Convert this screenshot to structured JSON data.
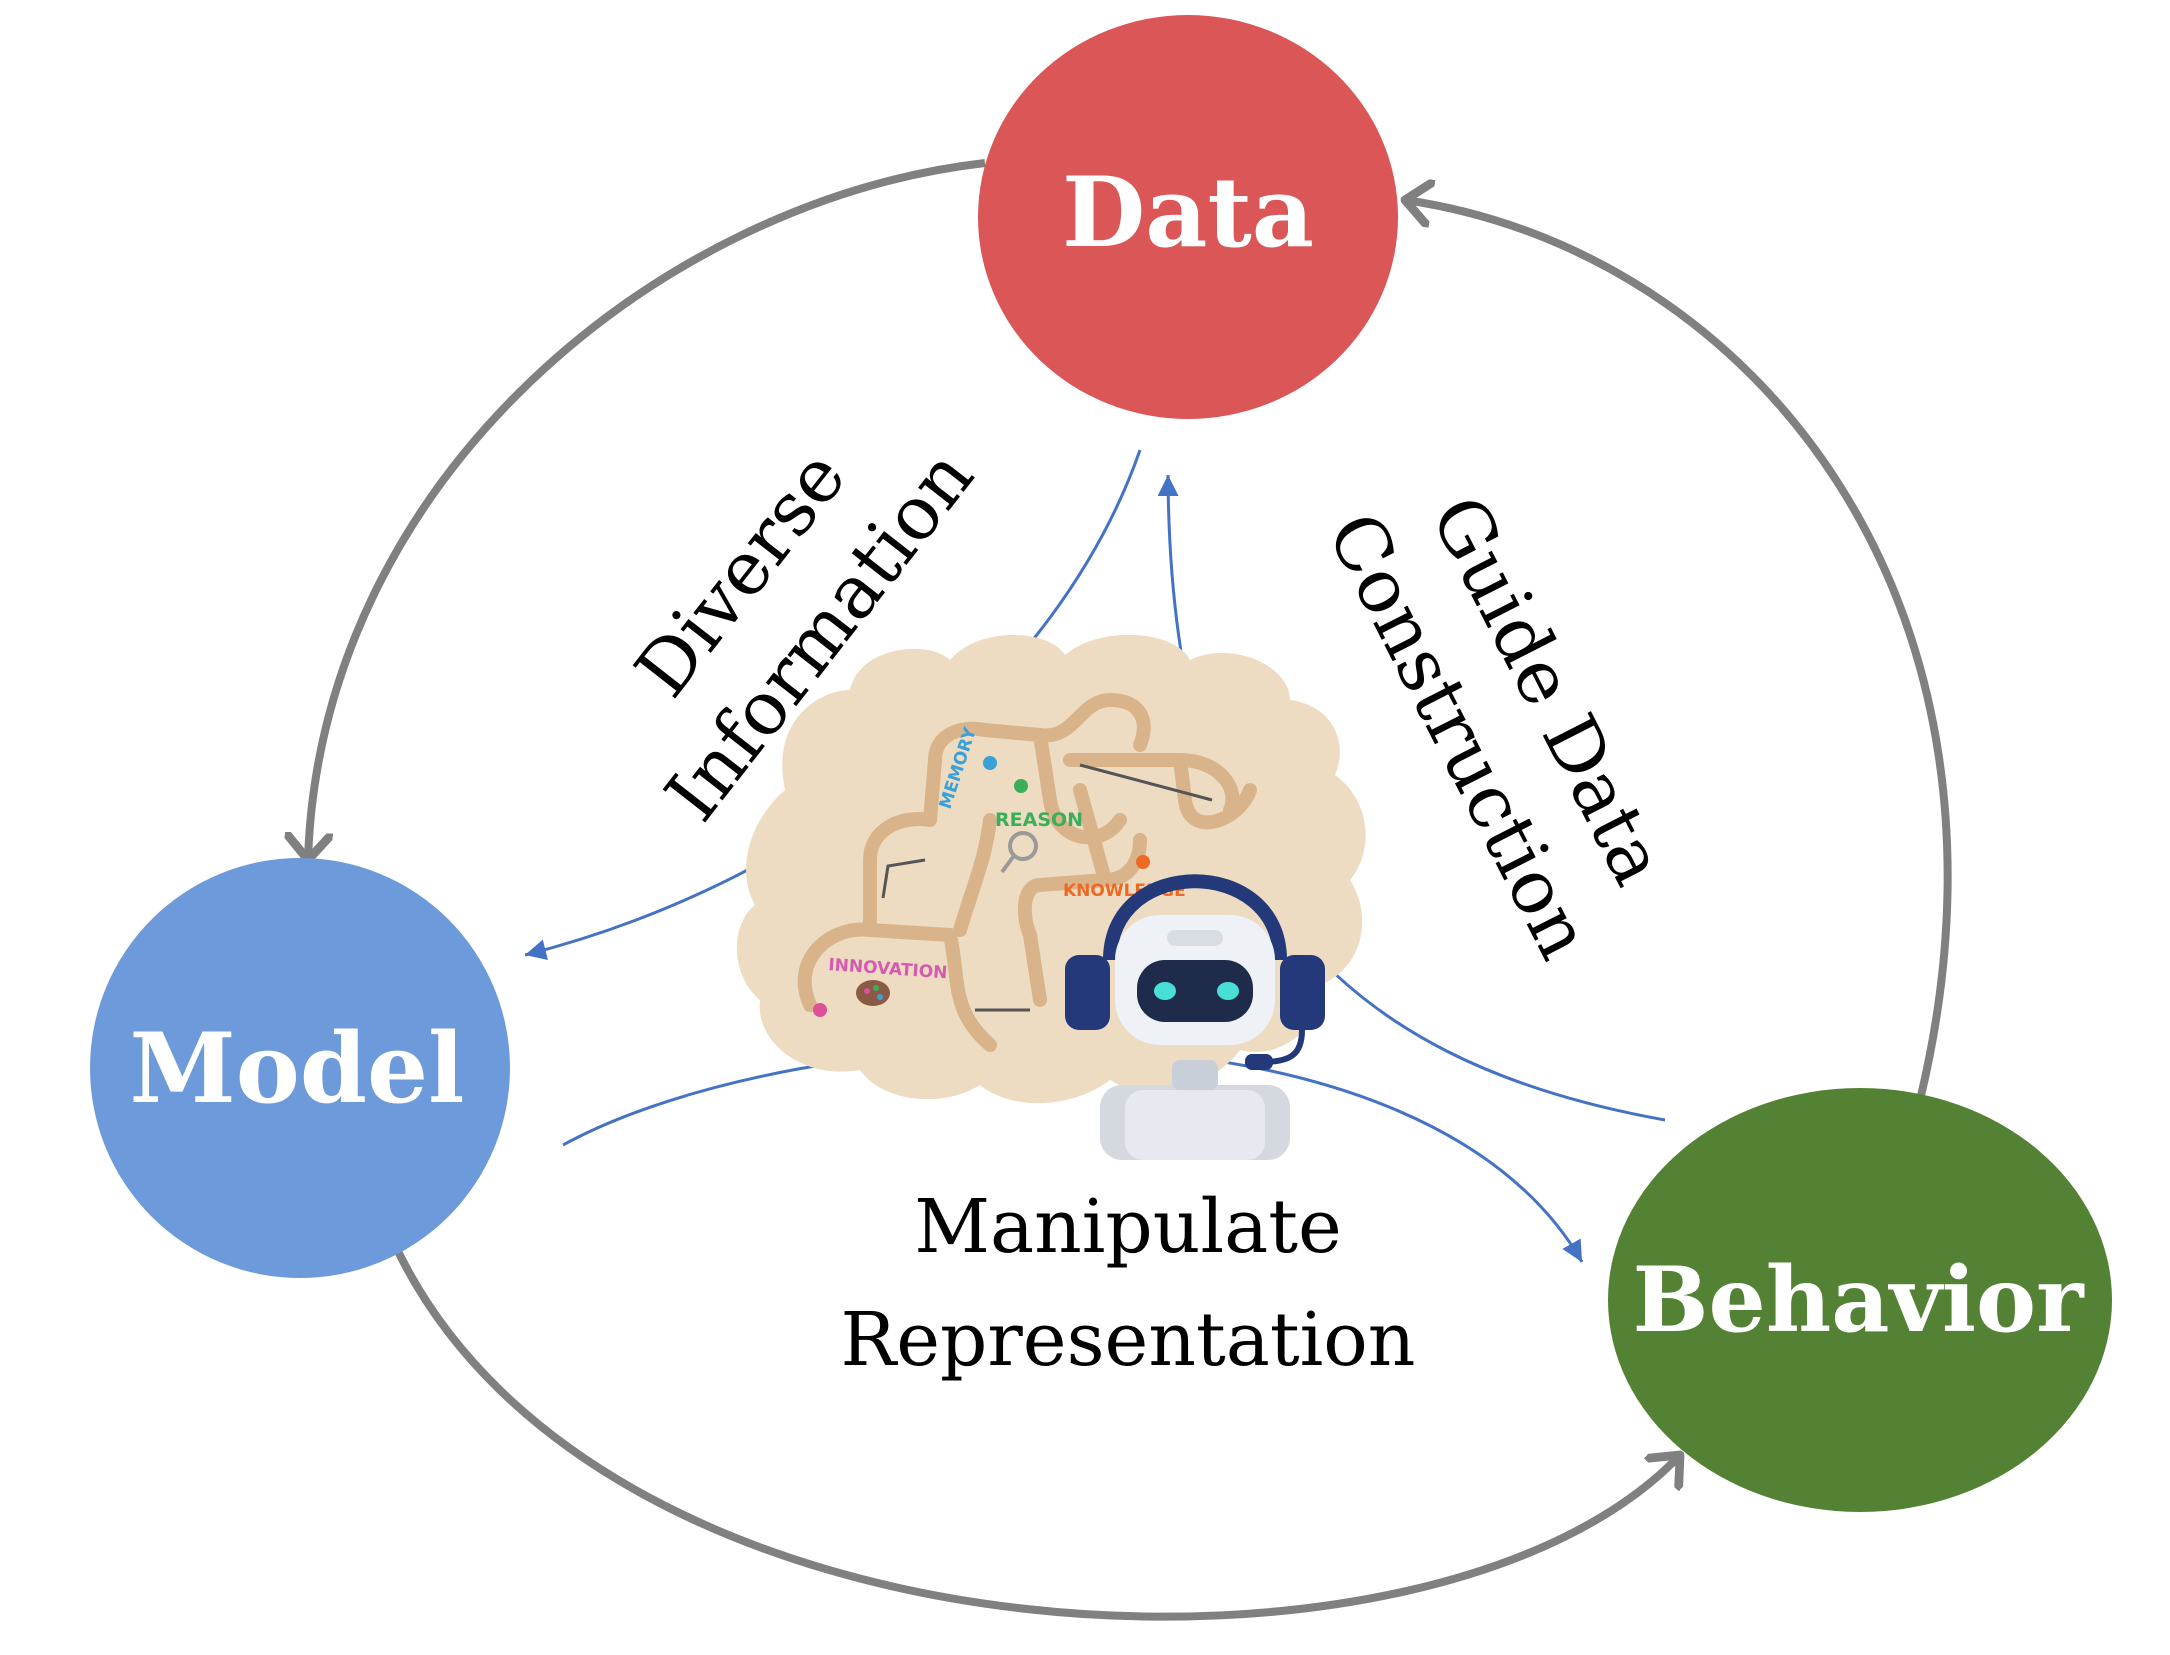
{
  "nodes": {
    "data": {
      "label": "Data",
      "color": "#DA5657"
    },
    "model": {
      "label": "Model",
      "color": "#6C9ADB"
    },
    "behavior": {
      "label": "Behavior",
      "color": "#548235"
    }
  },
  "flows": {
    "diverse_information": [
      "Diverse",
      "Information"
    ],
    "guide_data_construction": [
      "Guide Data",
      "Construction"
    ],
    "manipulate_representation": [
      "Manipulate",
      "Representation"
    ]
  },
  "brain_labels": {
    "memory": "MEMORY",
    "reason": "REASON",
    "knowledge": "KNOWLEDGE",
    "innovation": "INNOVATION"
  },
  "colors": {
    "cycle_arrow": "#808080",
    "flow_arrow": "#4472C4",
    "brain_fill": "#EDDCC2",
    "brain_path": "#D9B48B",
    "robot_navy": "#23397A",
    "robot_eye": "#48E0D6"
  }
}
